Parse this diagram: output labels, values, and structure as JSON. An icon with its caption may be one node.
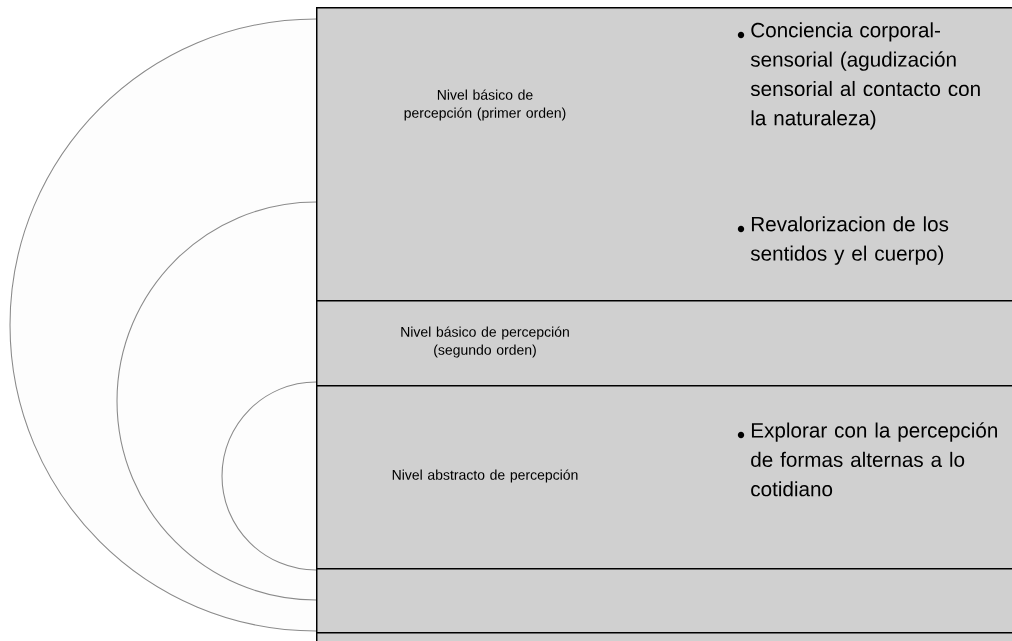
{
  "diagram": {
    "nodes": [
      {
        "text": [
          "Nivel básico de percepción (primer orden)",
          "Conciencia corporal-sensorial (agudización sensorial al contacto con la naturaleza)",
          "Revalorizacion de los sentidos y el cuerpo)"
        ]
      },
      {
        "text": [
          "Nivel básico de percepción (segundo orden)"
        ]
      },
      {
        "text": [
          "Nivel abstracto de percepción",
          "Explorar con la percepción de formas alternas a lo cotidiano"
        ]
      },
      {
        "text": [],
        "shape": "box"
      },
      {
        "text": [],
        "shape": "box"
      }
    ]
  }
}
